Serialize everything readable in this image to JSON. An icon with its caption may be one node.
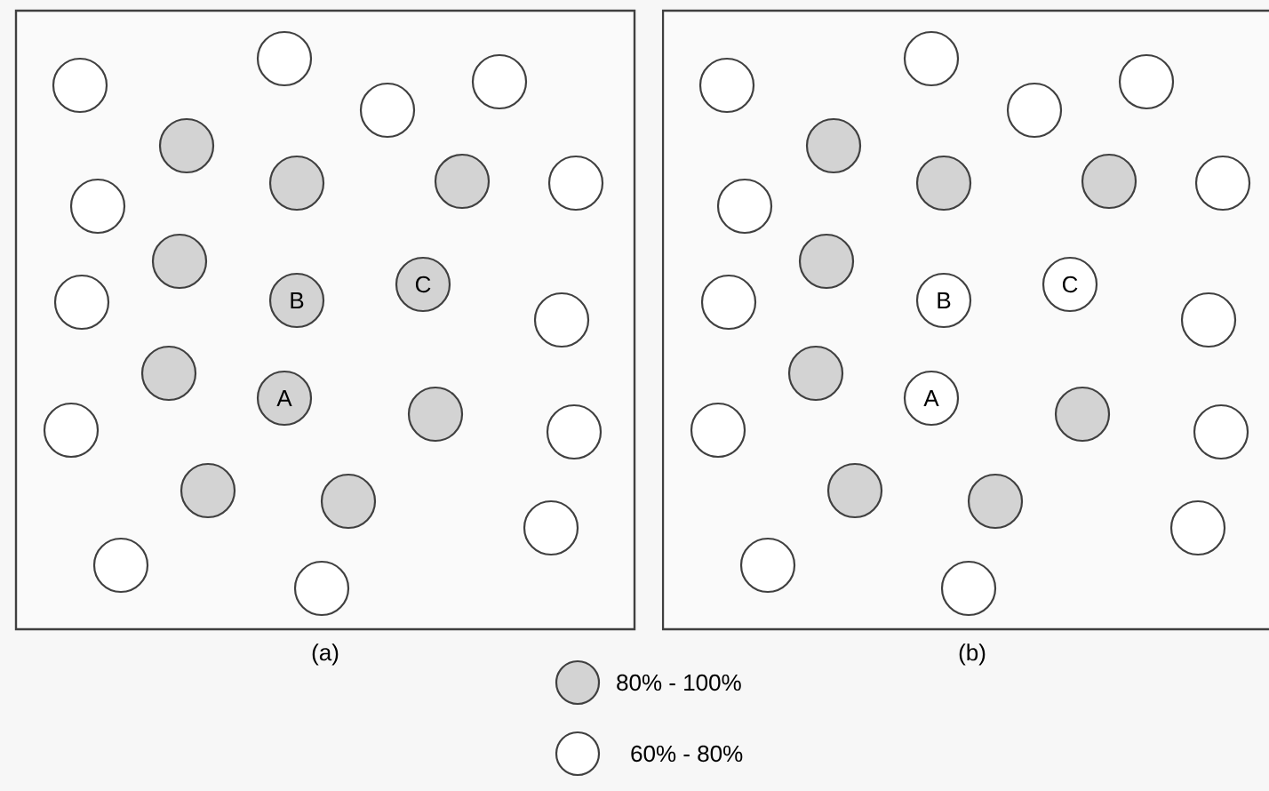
{
  "diagram": {
    "nodes": [
      {
        "text": [
          "(a)"
        ]
      },
      {
        "text": [],
        "shape": "circle",
        "in": 0
      },
      {
        "text": [],
        "shape": "circle",
        "in": 0
      },
      {
        "text": [],
        "shape": "circle",
        "in": 0
      },
      {
        "text": [],
        "shape": "circle",
        "in": 0
      },
      {
        "text": [],
        "shape": "circle",
        "in": 0
      },
      {
        "text": [],
        "shape": "circle",
        "in": 0
      },
      {
        "text": [],
        "shape": "circle",
        "in": 0
      },
      {
        "text": [],
        "shape": "circle",
        "in": 0
      },
      {
        "text": [],
        "shape": "circle",
        "in": 0
      },
      {
        "text": [],
        "shape": "circle",
        "in": 0
      },
      {
        "text": [
          "C"
        ],
        "in": 0
      },
      {
        "text": [],
        "shape": "circle",
        "in": 0
      },
      {
        "text": [
          "B"
        ],
        "in": 0
      },
      {
        "text": [],
        "shape": "circle",
        "in": 0
      },
      {
        "text": [],
        "shape": "circle",
        "in": 0
      },
      {
        "text": [
          "A"
        ],
        "in": 0
      },
      {
        "text": [],
        "shape": "circle",
        "in": 0
      },
      {
        "text": [],
        "shape": "circle",
        "in": 0
      },
      {
        "text": [],
        "shape": "circle",
        "in": 0
      },
      {
        "text": [],
        "shape": "circle",
        "in": 0
      },
      {
        "text": [],
        "shape": "circle",
        "in": 0
      },
      {
        "text": [],
        "shape": "circle",
        "in": 0
      },
      {
        "text": [],
        "shape": "circle",
        "in": 0
      },
      {
        "text": [],
        "shape": "circle",
        "in": 0
      },
      {
        "text": [
          "(b)"
        ]
      },
      {
        "text": [],
        "shape": "circle",
        "in": 25
      },
      {
        "text": [],
        "shape": "circle",
        "in": 25
      },
      {
        "text": [],
        "shape": "circle",
        "in": 25
      },
      {
        "text": [],
        "shape": "circle",
        "in": 25
      },
      {
        "text": [],
        "shape": "circle",
        "in": 25
      },
      {
        "text": [],
        "shape": "circle",
        "in": 25
      },
      {
        "text": [],
        "shape": "circle",
        "in": 25
      },
      {
        "text": [],
        "shape": "circle",
        "in": 25
      },
      {
        "text": [],
        "shape": "circle",
        "in": 25
      },
      {
        "text": [],
        "shape": "circle",
        "in": 25
      },
      {
        "text": [
          "C"
        ],
        "in": 25
      },
      {
        "text": [],
        "shape": "circle",
        "in": 25
      },
      {
        "text": [
          "B"
        ],
        "in": 25
      },
      {
        "text": [],
        "shape": "circle",
        "in": 25
      },
      {
        "text": [],
        "shape": "circle",
        "in": 25
      },
      {
        "text": [
          "A"
        ],
        "in": 25
      },
      {
        "text": [],
        "shape": "circle",
        "in": 25
      },
      {
        "text": [],
        "shape": "circle",
        "in": 25
      },
      {
        "text": [],
        "shape": "circle",
        "in": 25
      },
      {
        "text": [],
        "shape": "circle",
        "in": 25
      },
      {
        "text": [],
        "shape": "circle",
        "in": 25
      },
      {
        "text": [],
        "shape": "circle",
        "in": 25
      },
      {
        "text": [],
        "shape": "circle",
        "in": 25
      },
      {
        "text": [],
        "shape": "circle",
        "in": 25
      }
    ],
    "legend": [
      {
        "text": "80% - 100%",
        "color": "#d3d3d3"
      },
      {
        "text": "60% - 80%",
        "color": "#ffffff"
      }
    ]
  }
}
